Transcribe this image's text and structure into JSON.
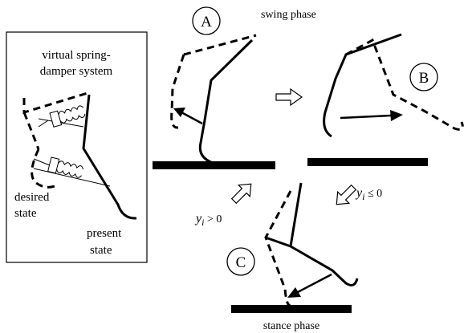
{
  "inset": {
    "title_line1": "virtual spring-",
    "title_line2": "damper system",
    "desired_line1": "desired",
    "desired_line2": "state",
    "present_line1": "present",
    "present_line2": "state"
  },
  "panels": {
    "a_letter": "A",
    "b_letter": "B",
    "c_letter": "C",
    "swing_label": "swing phase",
    "stance_label": "stance phase"
  },
  "transitions": {
    "c_to_a_var": "y",
    "c_to_a_sub": "i",
    "c_to_a_cond": " > 0",
    "b_to_c_var": "y",
    "b_to_c_sub": "i",
    "b_to_c_cond": " ≤ 0"
  }
}
